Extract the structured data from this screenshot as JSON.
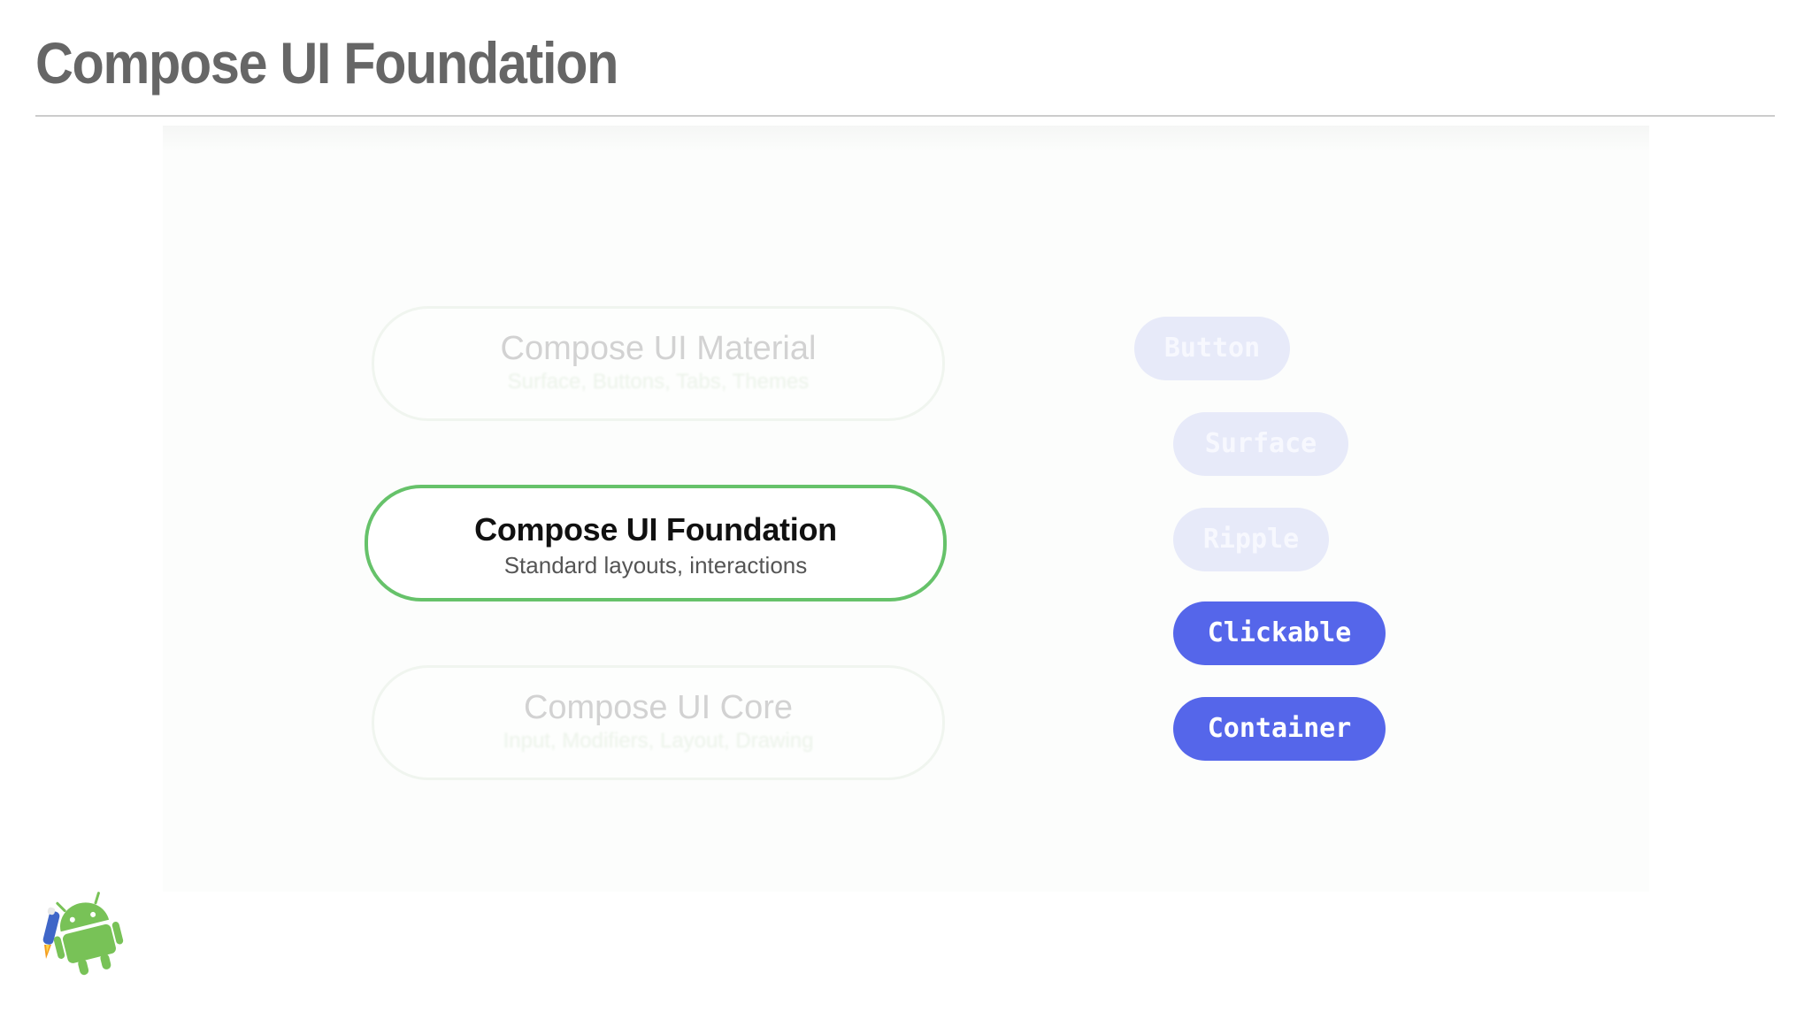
{
  "slide": {
    "title": "Compose UI Foundation"
  },
  "layers": [
    {
      "name": "Compose UI Material",
      "description": "Surface, Buttons, Tabs, Themes",
      "state": "faded"
    },
    {
      "name": "Compose UI Foundation",
      "description": "Standard layouts, interactions",
      "state": "active"
    },
    {
      "name": "Compose UI Core",
      "description": "Input, Modifiers, Layout, Drawing",
      "state": "faded"
    }
  ],
  "components": [
    {
      "label": "Button",
      "state": "faded"
    },
    {
      "label": "Surface",
      "state": "faded"
    },
    {
      "label": "Ripple",
      "state": "faded"
    },
    {
      "label": "Clickable",
      "state": "active"
    },
    {
      "label": "Container",
      "state": "active"
    }
  ],
  "colors": {
    "title": "#666666",
    "active_layer_border": "#66c26a",
    "active_chip": "#5566ea",
    "faded_chip": "#e7eaf9",
    "android_green": "#78c257"
  },
  "icons": {
    "logo": "android-jetpack-icon"
  }
}
